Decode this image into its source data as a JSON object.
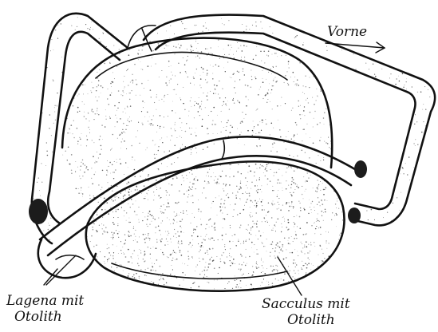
{
  "labels": {
    "direction": "Vorne",
    "lagena_line1": "Lagena mit",
    "lagena_line2": "Otolith",
    "sacculus_line1": "Sacculus mit",
    "sacculus_line2": "Otolith"
  },
  "colors": {
    "ink": "#111111",
    "stipple": "#222222",
    "background": "#ffffff"
  }
}
